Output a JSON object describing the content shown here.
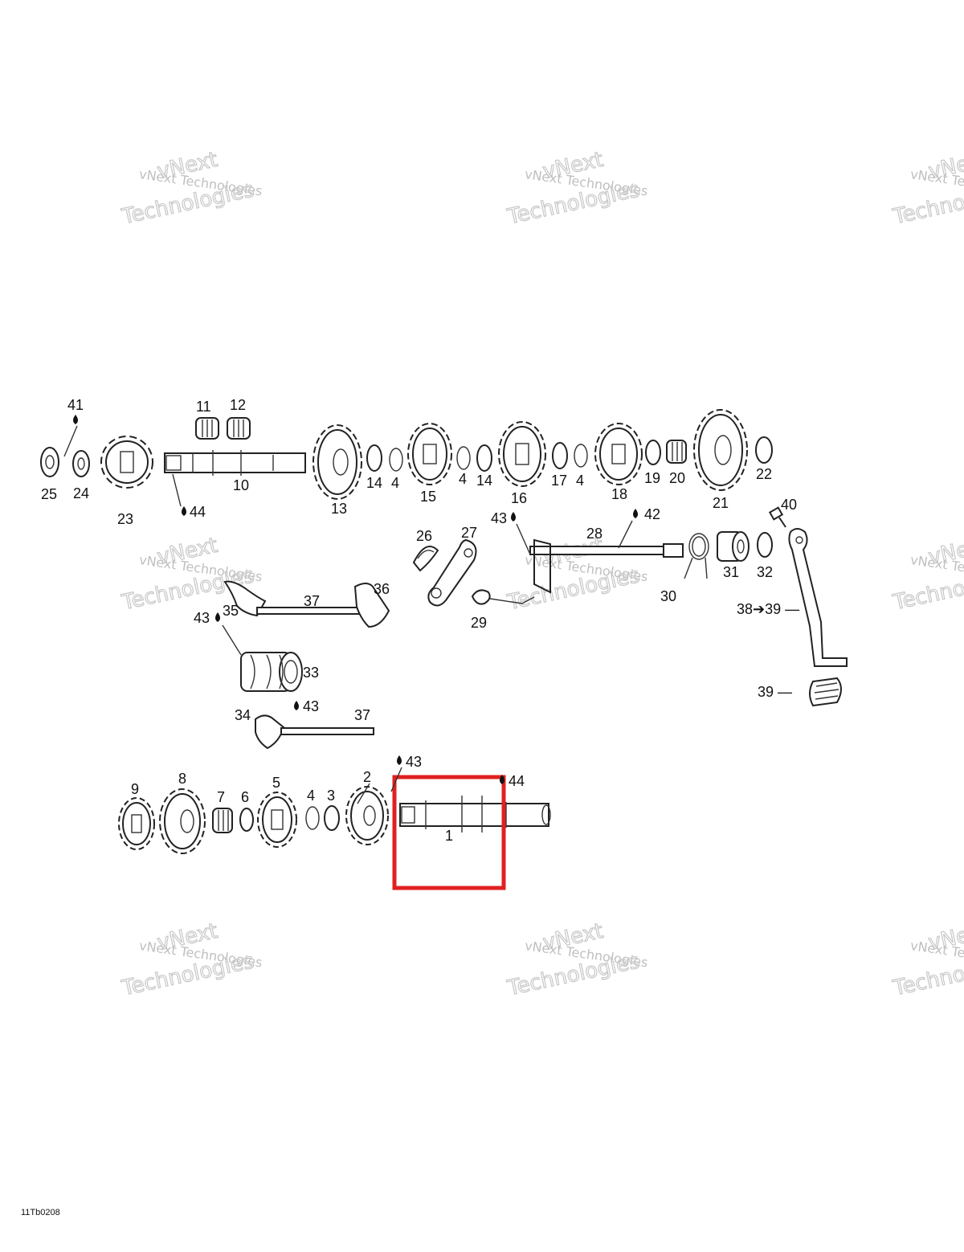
{
  "diagram": {
    "drawing_code": "11Tb0208",
    "watermark_line1": "vNext Technologies",
    "watermark_line2": "Technologies",
    "watermark_line3": "vNext",
    "highlight_color": "#e02020",
    "highlighted_part": "1",
    "labels": {
      "p41": "41",
      "p11": "11",
      "p12": "12",
      "p25": "25",
      "p24": "24",
      "p23": "23",
      "p10": "10",
      "p44a": "44",
      "p13": "13",
      "p14a": "14",
      "p4a": "4",
      "p15": "15",
      "p4b": "4",
      "p14b": "14",
      "p16": "16",
      "p17": "17",
      "p4c": "4",
      "p18": "18",
      "p19": "19",
      "p20": "20",
      "p21": "21",
      "p22": "22",
      "p40": "40",
      "p43a": "43",
      "p42": "42",
      "p28": "28",
      "p26": "26",
      "p27": "27",
      "p31": "31",
      "p32": "32",
      "p30": "30",
      "p29": "29",
      "p35": "35",
      "p37a": "37",
      "p36": "36",
      "p43b": "43",
      "p33": "33",
      "p43c": "43",
      "p34": "34",
      "p37b": "37",
      "p3839": "38➔39 —",
      "p39": "39 —",
      "p43d": "43",
      "p44b": "44",
      "p9": "9",
      "p8": "8",
      "p7": "7",
      "p6": "6",
      "p5": "5",
      "p4d": "4",
      "p3": "3",
      "p2": "2",
      "p1": "1"
    }
  }
}
